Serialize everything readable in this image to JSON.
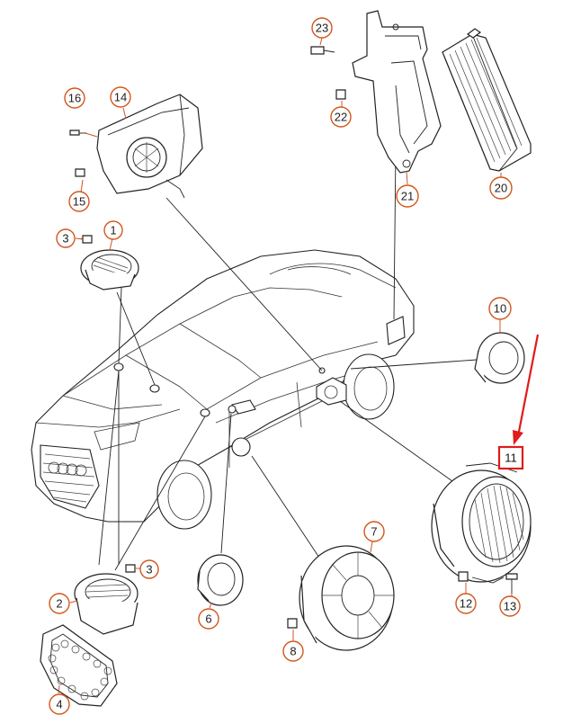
{
  "diagram": {
    "callouts": [
      {
        "id": "c1",
        "label": "1"
      },
      {
        "id": "c2",
        "label": "2"
      },
      {
        "id": "c3a",
        "label": "3"
      },
      {
        "id": "c3b",
        "label": "3"
      },
      {
        "id": "c4",
        "label": "4"
      },
      {
        "id": "c6",
        "label": "6"
      },
      {
        "id": "c7",
        "label": "7"
      },
      {
        "id": "c8",
        "label": "8"
      },
      {
        "id": "c10",
        "label": "10"
      },
      {
        "id": "c11",
        "label": "11"
      },
      {
        "id": "c12",
        "label": "12"
      },
      {
        "id": "c13",
        "label": "13"
      },
      {
        "id": "c14",
        "label": "14"
      },
      {
        "id": "c15",
        "label": "15"
      },
      {
        "id": "c16",
        "label": "16"
      },
      {
        "id": "c20",
        "label": "20"
      },
      {
        "id": "c21",
        "label": "21"
      },
      {
        "id": "c22",
        "label": "22"
      },
      {
        "id": "c23",
        "label": "23"
      }
    ],
    "highlight": {
      "target": "c11",
      "color": "#e01b1b"
    },
    "accent_color": "#d2561c"
  }
}
